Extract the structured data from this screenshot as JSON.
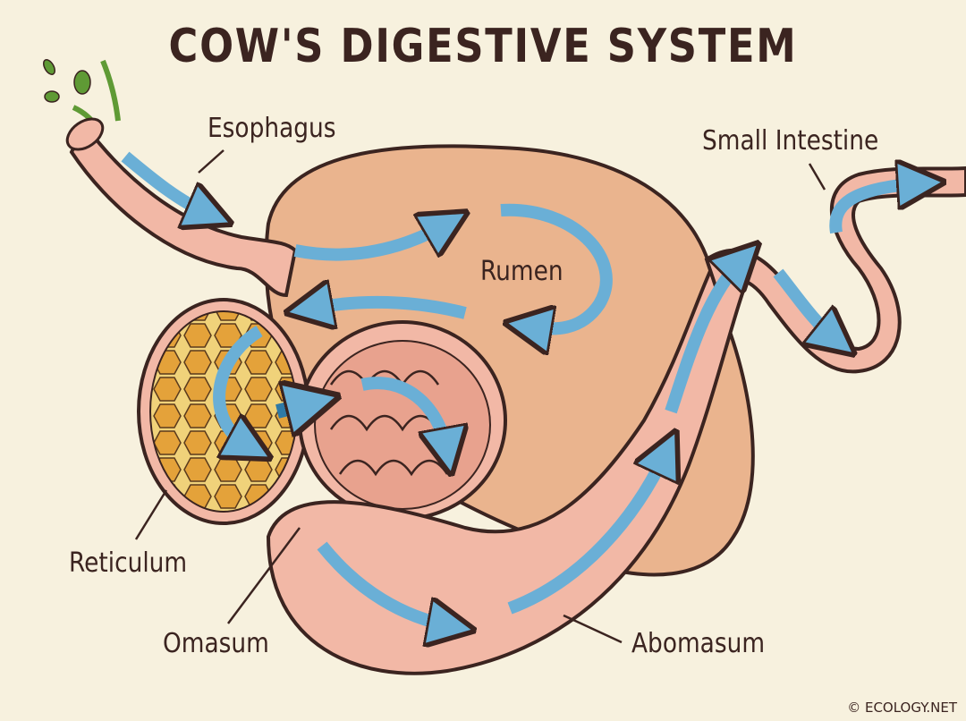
{
  "title": "COW'S DIGESTIVE SYSTEM",
  "labels": {
    "esophagus": "Esophagus",
    "small_intestine": "Small Intestine",
    "rumen": "Rumen",
    "reticulum": "Reticulum",
    "omasum": "Omasum",
    "abomasum": "Abomasum"
  },
  "credit": "© ECOLOGY.NET",
  "colors": {
    "background": "#f7f1de",
    "outline": "#3b2420",
    "tissue_pink": "#f2b8a6",
    "rumen_tan": "#eab48e",
    "reticulum_honeycomb": "#e9a93c",
    "flow_arrow": "#6aafd6",
    "food_green": "#5f9a35"
  }
}
